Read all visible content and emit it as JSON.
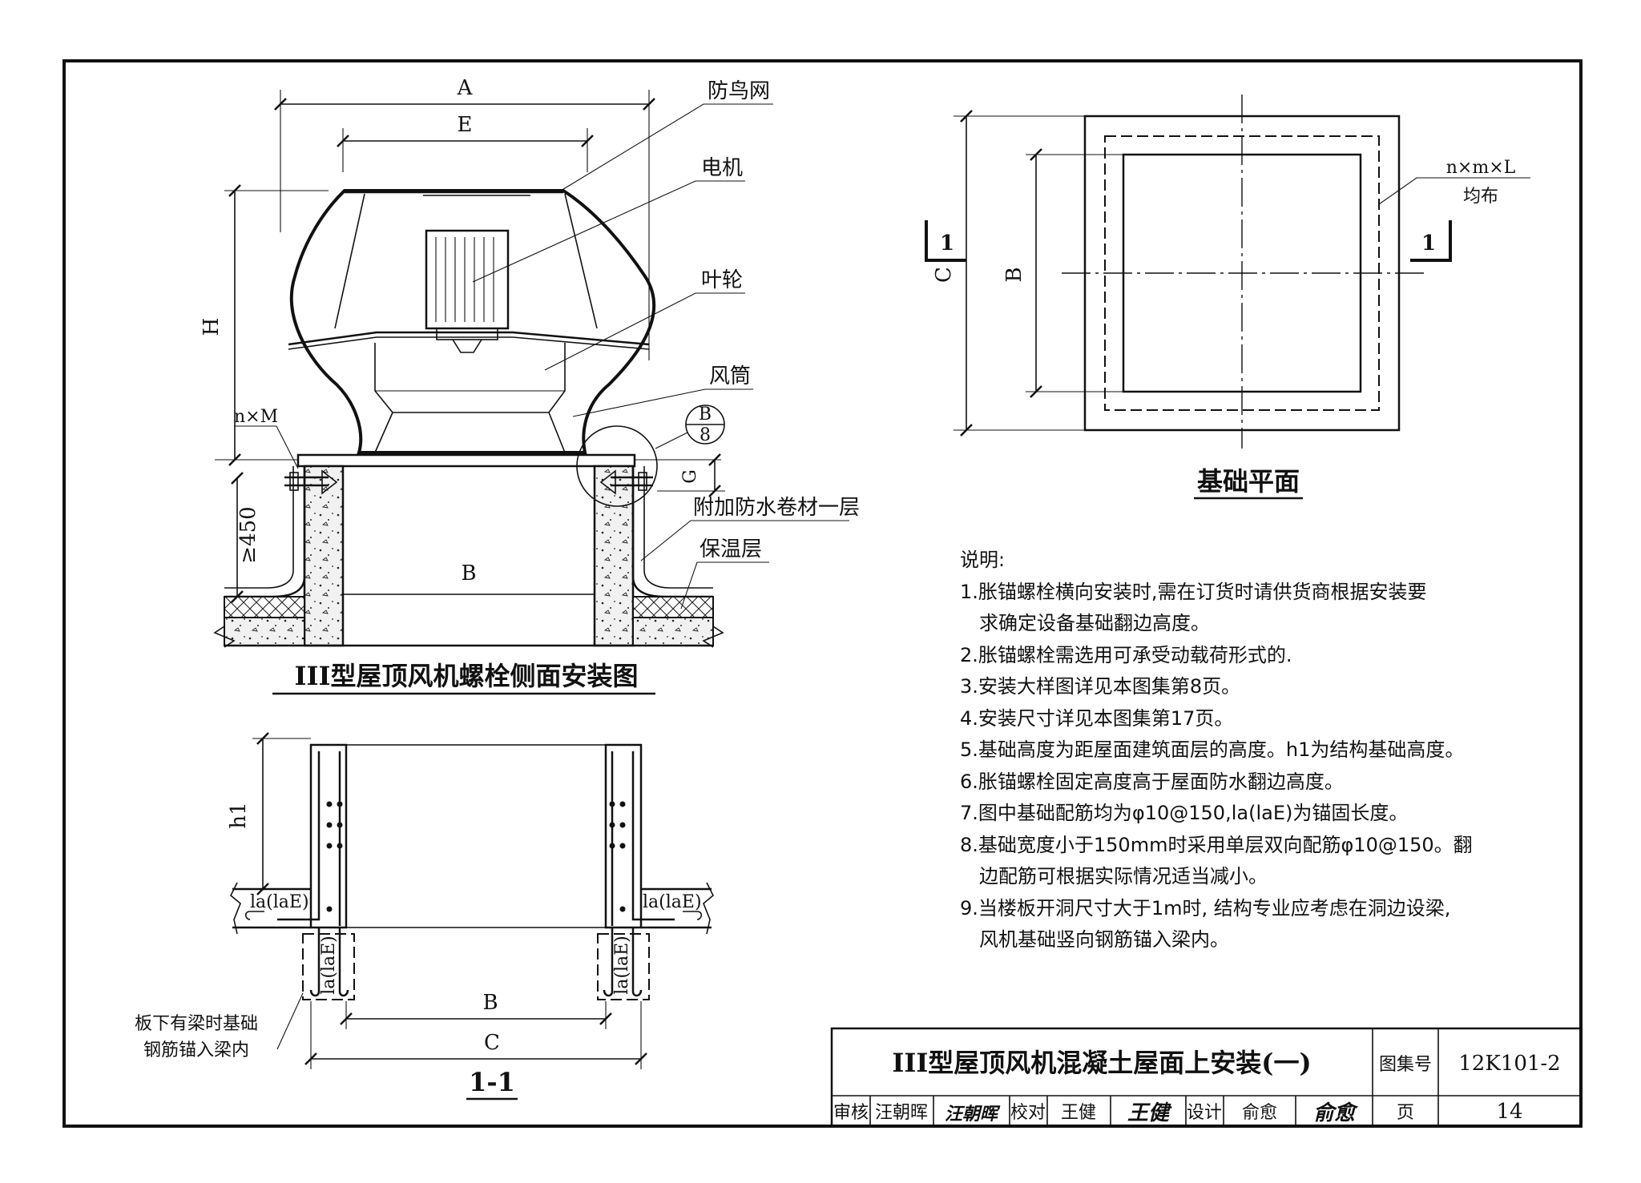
{
  "side_view": {
    "title": "III型屋顶风机螺栓侧面安装图",
    "dims": {
      "A": "A",
      "E": "E",
      "H": "H",
      "nM": "n×M",
      "G": "G",
      "min450": "≥450",
      "B": "B"
    },
    "callouts": {
      "bird_net": "防鸟网",
      "motor": "电机",
      "impeller": "叶轮",
      "duct": "风筒",
      "waterproof": "附加防水卷材一层",
      "insulation": "保温层"
    },
    "detail_ref": {
      "top": "B",
      "bottom": "8"
    }
  },
  "plan_view": {
    "title": "基础平面",
    "dims": {
      "C": "C",
      "B": "B"
    },
    "section_mark": "1",
    "anchor_note": [
      "n×m×L",
      "均布"
    ]
  },
  "section_view": {
    "title": "1-1",
    "dims": {
      "h1": "h1",
      "B": "B",
      "C": "C"
    },
    "anchor_len": "la(laE)",
    "anchor_len_v": "la(laE)",
    "beam_note": [
      "板下有梁时基础",
      "钢筋锚入梁内"
    ]
  },
  "notes": {
    "heading": "说明:",
    "items": [
      "1.胀锚螺栓横向安装时,需在订货时请供货商根据安装要",
      "求确定设备基础翻边高度。",
      "2.胀锚螺栓需选用可承受动载荷形式的.",
      "3.安装大样图详见本图集第8页。",
      "4.安装尺寸详见本图集第17页。",
      "5.基础高度为距屋面建筑面层的高度。h1为结构基础高度。",
      "6.胀锚螺栓固定高度高于屋面防水翻边高度。",
      "7.图中基础配筋均为φ10@150,la(laE)为锚固长度。",
      "8.基础宽度小于150mm时采用单层双向配筋φ10@150。翻",
      "边配筋可根据实际情况适当减小。",
      "9.当楼板开洞尺寸大于1m时, 结构专业应考虑在洞边设梁,",
      "风机基础竖向钢筋锚入梁内。"
    ]
  },
  "title_block": {
    "title": "III型屋顶风机混凝土屋面上安装(一)",
    "atlas_label": "图集号",
    "atlas_no": "12K101-2",
    "review_label": "审核",
    "reviewer": "汪朝晖",
    "check_label": "校对",
    "checker": "王健",
    "design_label": "设计",
    "designer": "俞愈",
    "page_label": "页",
    "page_no": "14",
    "sig_review": "汪朝晖",
    "sig_check": "王健",
    "sig_design": "俞愈"
  }
}
